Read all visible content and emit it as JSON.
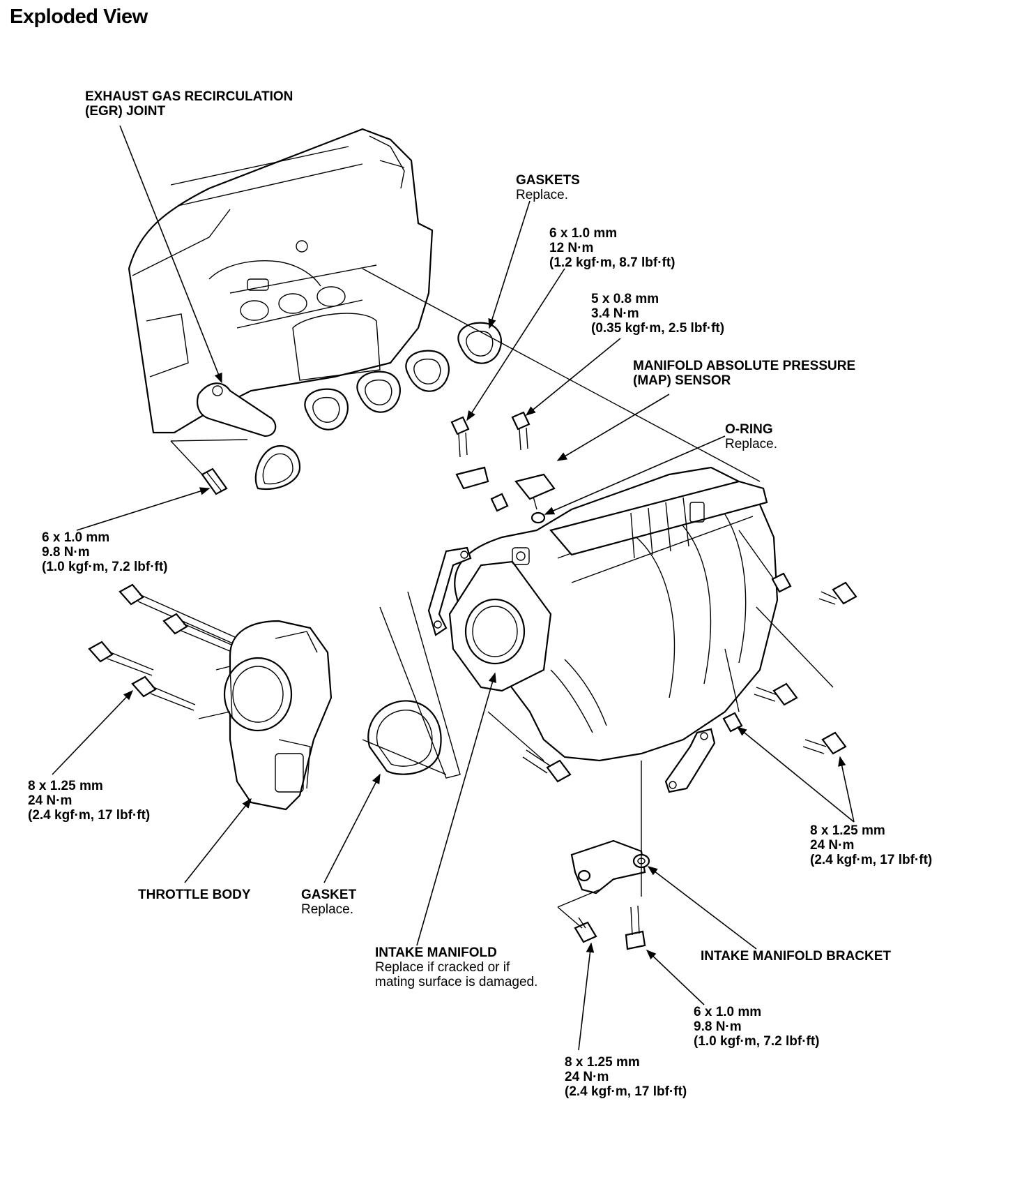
{
  "title": "Exploded View",
  "callouts": {
    "egr_joint": {
      "lines": [
        "EXHAUST GAS RECIRCULATION",
        "(EGR) JOINT"
      ]
    },
    "gaskets": {
      "name": "GASKETS",
      "note": "Replace."
    },
    "bolt_6x1_12": {
      "lines": [
        "6 x 1.0 mm",
        "12 N·m",
        "(1.2 kgf·m, 8.7 lbf·ft)"
      ]
    },
    "bolt_5x08": {
      "lines": [
        "5 x 0.8 mm",
        "3.4 N·m",
        "(0.35 kgf·m, 2.5 lbf·ft)"
      ]
    },
    "map_sensor": {
      "lines": [
        "MANIFOLD ABSOLUTE PRESSURE",
        "(MAP) SENSOR"
      ]
    },
    "o_ring": {
      "name": "O-RING",
      "note": "Replace."
    },
    "bolt_6x1_9_8_left": {
      "lines": [
        "6 x 1.0 mm",
        "9.8 N·m",
        "(1.0 kgf·m, 7.2 lbf·ft)"
      ]
    },
    "bolt_8x125_left": {
      "lines": [
        "8 x 1.25 mm",
        "24 N·m",
        "(2.4 kgf·m, 17 lbf·ft)"
      ]
    },
    "bolt_8x125_right": {
      "lines": [
        "8 x 1.25 mm",
        "24 N·m",
        "(2.4 kgf·m, 17 lbf·ft)"
      ]
    },
    "throttle_body": {
      "name": "THROTTLE BODY"
    },
    "gasket": {
      "name": "GASKET",
      "note": "Replace."
    },
    "intake_manifold": {
      "name": "INTAKE MANIFOLD",
      "note_lines": [
        "Replace if cracked or if",
        "mating surface is damaged."
      ]
    },
    "intake_manifold_bracket": {
      "name": "INTAKE MANIFOLD BRACKET"
    },
    "bolt_6x1_9_8_bottom": {
      "lines": [
        "6 x 1.0 mm",
        "9.8 N·m",
        "(1.0 kgf·m, 7.2 lbf·ft)"
      ]
    },
    "bolt_8x125_bottom": {
      "lines": [
        "8 x 1.25 mm",
        "24 N·m",
        "(2.4 kgf·m, 17 lbf·ft)"
      ]
    }
  }
}
